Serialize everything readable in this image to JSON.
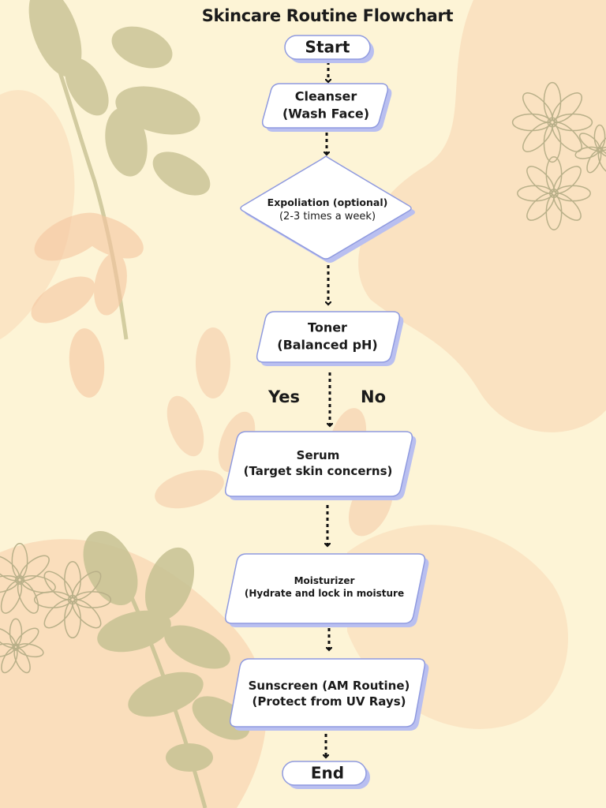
{
  "title": "Skincare Routine Flowchart",
  "nodes": {
    "start": {
      "text": "Start"
    },
    "cleanser": {
      "line1": "Cleanser",
      "line2": "(Wash Face)"
    },
    "exfoliation": {
      "line1": "Expoliation (optional)",
      "line2": "(2-3 times a week)"
    },
    "toner": {
      "line1": "Toner",
      "line2": "(Balanced pH)"
    },
    "serum": {
      "line1": "Serum",
      "line2": "(Target skin concerns)"
    },
    "moisturizer": {
      "line1": "Moisturizer",
      "line2": "(Hydrate and lock in moisture"
    },
    "sunscreen": {
      "line1": "Sunscreen (AM Routine)",
      "line2": "(Protect from UV Rays)"
    },
    "end": {
      "text": "End"
    }
  },
  "branch_labels": {
    "yes": "Yes",
    "no": "No"
  },
  "colors": {
    "background": "#fdf4d6",
    "node_fill": "#ffffff",
    "node_border": "#8f9adf",
    "node_shadow": "#b9bff0",
    "arrow": "#111111",
    "leaf_olive": "#cbc597",
    "leaf_peach": "#f7c9a6",
    "flower_outline": "#b9b089"
  }
}
